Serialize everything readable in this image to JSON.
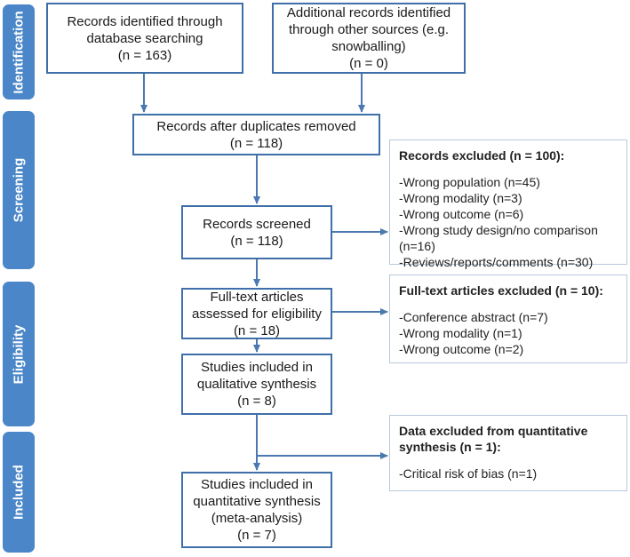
{
  "phases": [
    "Identification",
    "Screening",
    "Eligibility",
    "Included"
  ],
  "boxes": {
    "db_search": [
      "Records identified through",
      "database searching",
      "(n = 163)"
    ],
    "other_sources": [
      "Additional records identified",
      "through other sources (e.g.",
      "snowballing)",
      "(n = 0)"
    ],
    "after_dup": [
      "Records after duplicates removed",
      "(n = 118)"
    ],
    "screened": [
      "Records screened",
      "(n = 118)"
    ],
    "fulltext": [
      "Full-text articles",
      "assessed for eligibility",
      "(n = 18)"
    ],
    "qualitative": [
      "Studies included in",
      "qualitative synthesis",
      "(n = 8)"
    ],
    "quantitative": [
      "Studies included in",
      "quantitative synthesis",
      "(meta-analysis)",
      "(n = 7)"
    ]
  },
  "exclusions": {
    "records": {
      "title": "Records excluded (n = 100):",
      "items": [
        "-Wrong population (n=45)",
        "-Wrong modality (n=3)",
        "-Wrong outcome (n=6)",
        "-Wrong study design/no comparison",
        "(n=16)",
        "-Reviews/reports/comments (n=30)"
      ]
    },
    "fulltext": {
      "title": "Full-text articles excluded (n = 10):",
      "items": [
        "-Conference abstract (n=7)",
        "-Wrong modality (n=1)",
        "-Wrong outcome (n=2)"
      ]
    },
    "data": {
      "title": [
        "Data excluded from quantitative",
        "synthesis (n = 1):"
      ],
      "items": [
        "-Critical risk of bias (n=1)"
      ]
    }
  },
  "colors": {
    "phase": "#4a86c8",
    "box_border": "#3f6fa8",
    "side_border": "#b8c8dd",
    "arrow": "#4a78b0"
  }
}
